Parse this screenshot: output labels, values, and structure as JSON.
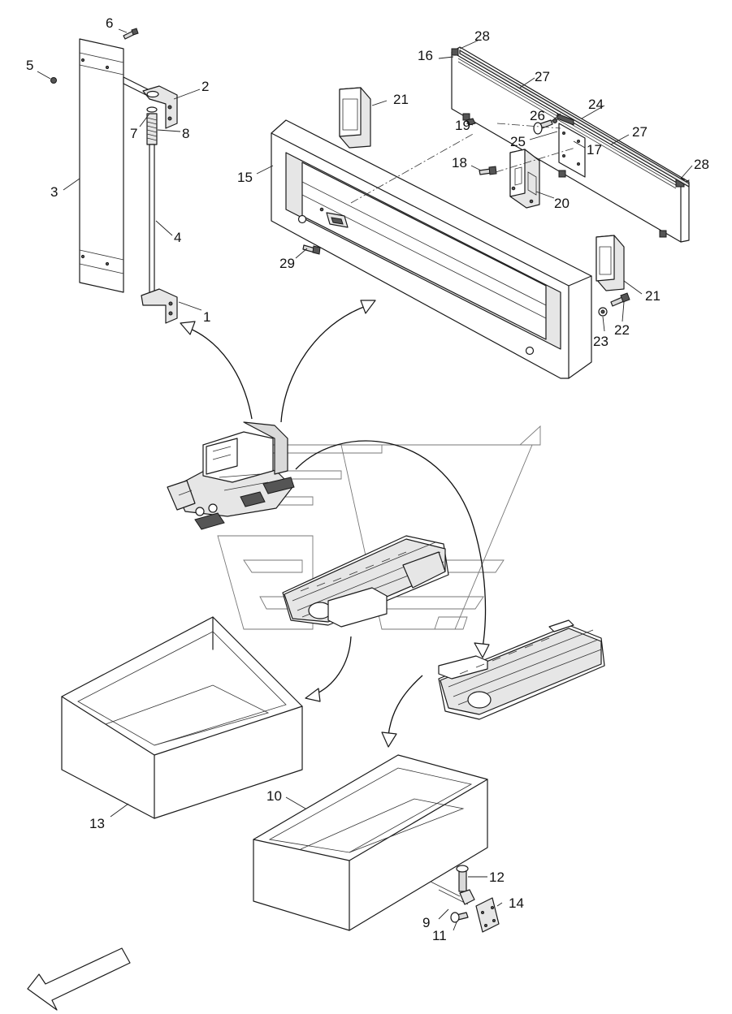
{
  "callouts": [
    {
      "id": "c1",
      "text": "1"
    },
    {
      "id": "c2",
      "text": "2"
    },
    {
      "id": "c3",
      "text": "3"
    },
    {
      "id": "c4",
      "text": "4"
    },
    {
      "id": "c5",
      "text": "5"
    },
    {
      "id": "c6",
      "text": "6"
    },
    {
      "id": "c7",
      "text": "7"
    },
    {
      "id": "c8",
      "text": "8"
    },
    {
      "id": "c9",
      "text": "9"
    },
    {
      "id": "c10",
      "text": "10"
    },
    {
      "id": "c11",
      "text": "11"
    },
    {
      "id": "c12",
      "text": "12"
    },
    {
      "id": "c13",
      "text": "13"
    },
    {
      "id": "c14",
      "text": "14"
    },
    {
      "id": "c15",
      "text": "15"
    },
    {
      "id": "c16",
      "text": "16"
    },
    {
      "id": "c17",
      "text": "17"
    },
    {
      "id": "c18",
      "text": "18"
    },
    {
      "id": "c19",
      "text": "19"
    },
    {
      "id": "c20",
      "text": "20"
    },
    {
      "id": "c21a",
      "text": "21"
    },
    {
      "id": "c21b",
      "text": "21"
    },
    {
      "id": "c22",
      "text": "22"
    },
    {
      "id": "c23",
      "text": "23"
    },
    {
      "id": "c24",
      "text": "24"
    },
    {
      "id": "c25",
      "text": "25"
    },
    {
      "id": "c26",
      "text": "26"
    },
    {
      "id": "c27a",
      "text": "27"
    },
    {
      "id": "c27b",
      "text": "27"
    },
    {
      "id": "c28a",
      "text": "28"
    },
    {
      "id": "c28b",
      "text": "28"
    },
    {
      "id": "c29",
      "text": "29"
    }
  ],
  "colors": {
    "line": "#1a1a1a",
    "fill": "#d9d9d9",
    "watermark": "#777777"
  }
}
